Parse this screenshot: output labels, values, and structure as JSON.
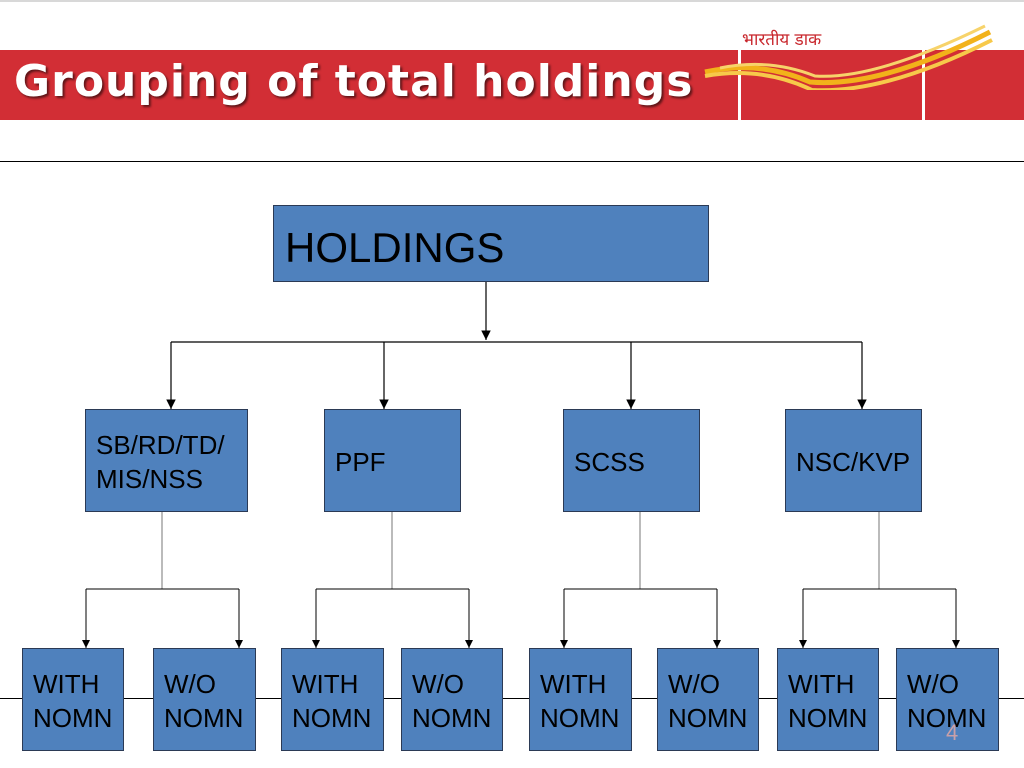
{
  "slide": {
    "title": "Grouping of total holdings",
    "logo_text": "भारतीय डाक",
    "page_number": "4",
    "colors": {
      "banner": "#d22e35",
      "box_fill": "#4f81bd",
      "logo_swoosh": "#f2b21a"
    }
  },
  "diagram": {
    "root": {
      "label": "HOLDINGS"
    },
    "categories": [
      {
        "label": "SB/RD/TD/\nMIS/NSS",
        "children": [
          {
            "label": "WITH\nNOMN"
          },
          {
            "label": "W/O\nNOMN"
          }
        ]
      },
      {
        "label": "PPF",
        "children": [
          {
            "label": "WITH\nNOMN"
          },
          {
            "label": "W/O\nNOMN"
          }
        ]
      },
      {
        "label": "SCSS",
        "children": [
          {
            "label": "WITH\nNOMN"
          },
          {
            "label": "W/O\nNOMN"
          }
        ]
      },
      {
        "label": "NSC/KVP",
        "children": [
          {
            "label": "WITH\nNOMN"
          },
          {
            "label": "W/O\nNOMN"
          }
        ]
      }
    ]
  }
}
